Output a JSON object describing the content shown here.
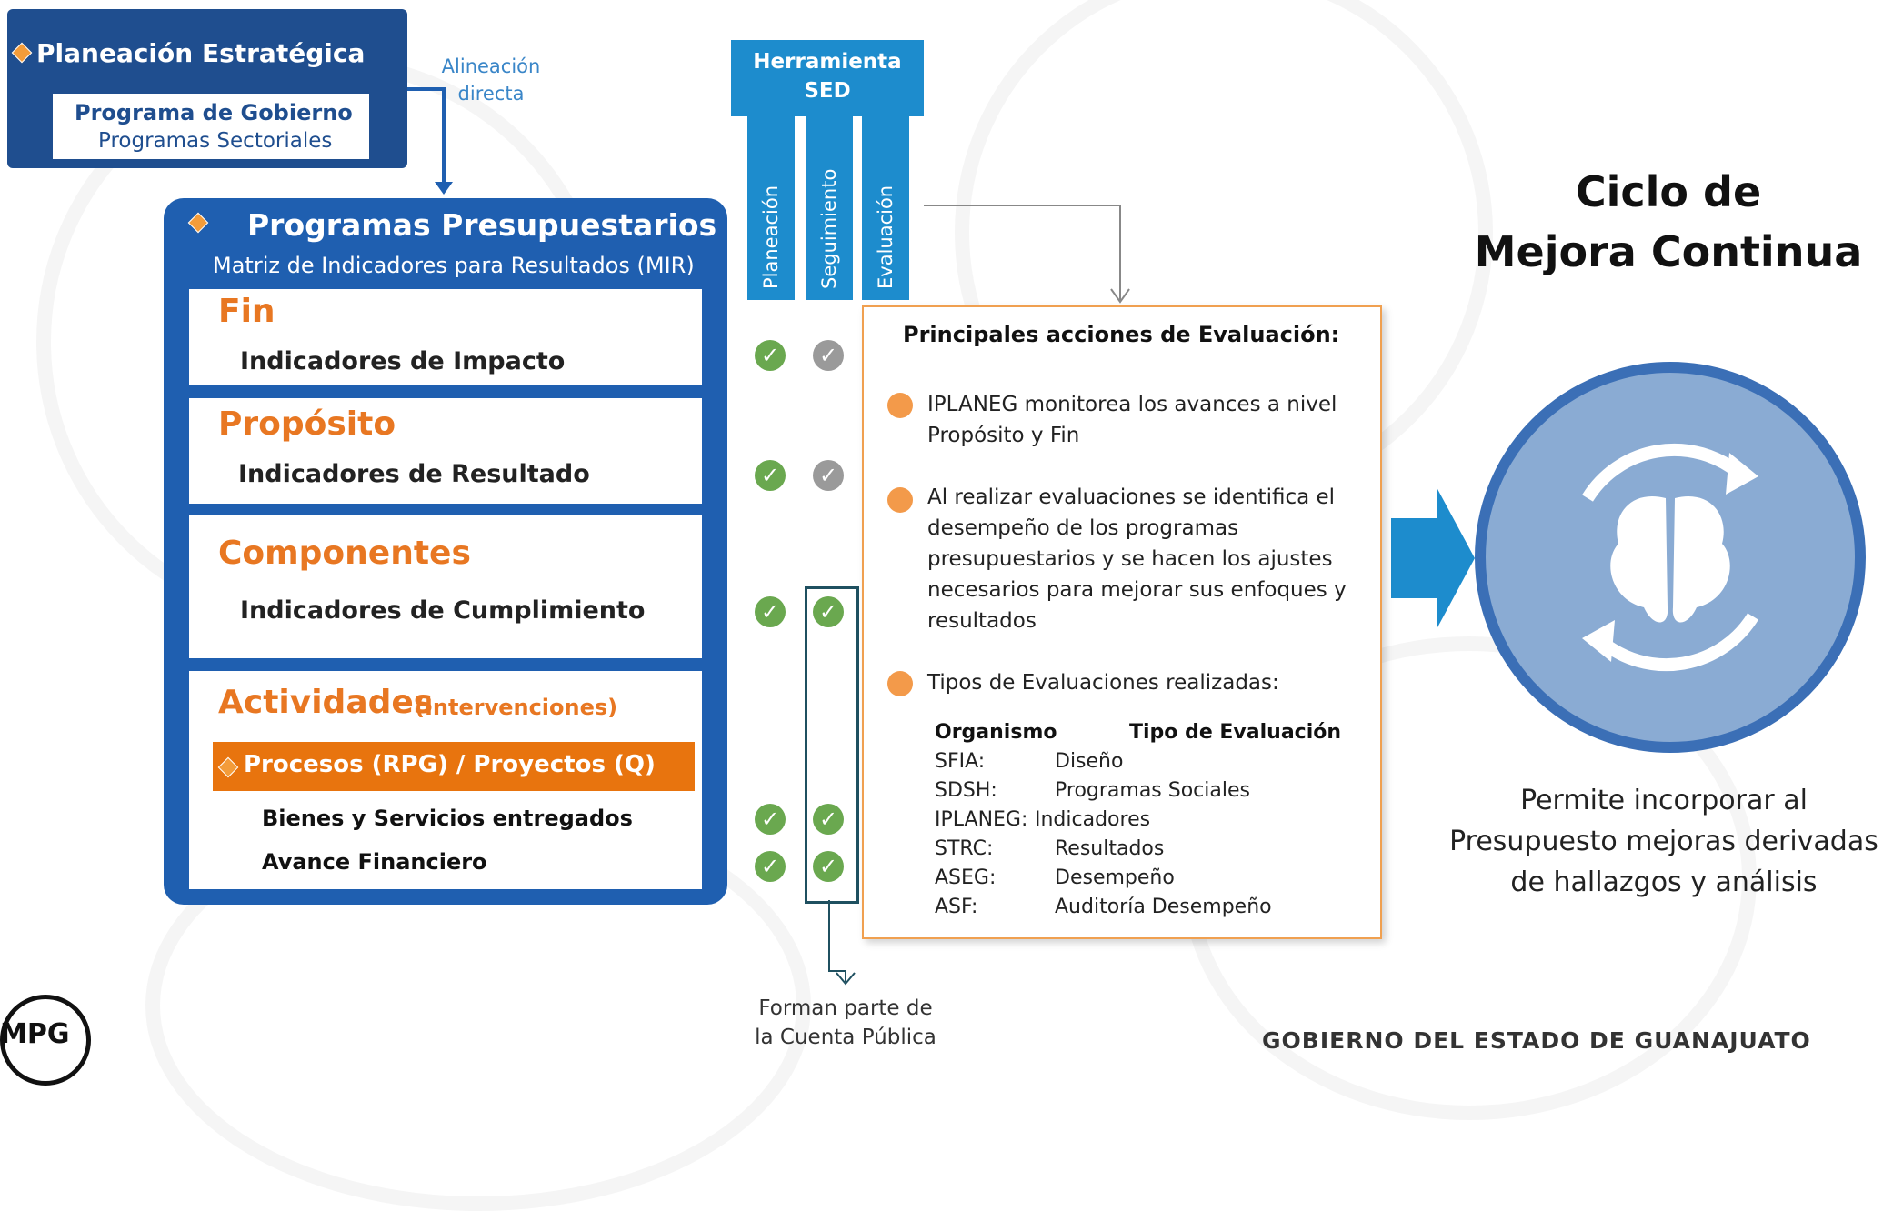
{
  "planeacion": {
    "title": "Planeación Estratégica",
    "programa_gobierno": "Programa de Gobierno",
    "programas_sectoriales": "Programas Sectoriales",
    "alineacion": "Alineación directa"
  },
  "programas": {
    "title": "Programas Presupuestarios",
    "subtitle": "Matriz de Indicadores para Resultados (MIR)",
    "levels": [
      {
        "name": "Fin",
        "indicator": "Indicadores de Impacto"
      },
      {
        "name": "Propósito",
        "indicator": "Indicadores de Resultado"
      },
      {
        "name": "Componentes",
        "indicator": "Indicadores de Cumplimiento"
      },
      {
        "name": "Actividades",
        "note": "(Intervenciones)"
      }
    ],
    "procesos": "Procesos (RPG) / Proyectos (Q)",
    "bienes": "Bienes y Servicios entregados",
    "avance": "Avance Financiero"
  },
  "sed": {
    "title": "Herramienta SED",
    "columns": [
      "Planeación",
      "Seguimiento",
      "Evaluación"
    ]
  },
  "checks": {
    "icon": "check-icon",
    "green": "#6aa84f",
    "gray": "#9a9a9a"
  },
  "forman": "Forman parte de la Cuenta Pública",
  "evaluacion": {
    "title": "Principales acciones de Evaluación:",
    "bullets": [
      "IPLANEG monitorea los avances a nivel Propósito y Fin",
      "Al realizar evaluaciones se identifica el desempeño de los programas presupuestarios y se hacen los ajustes necesarios para mejorar sus enfoques y resultados",
      "Tipos de Evaluaciones realizadas:"
    ],
    "table_headers": [
      "Organismo",
      "Tipo de Evaluación"
    ],
    "rows": [
      {
        "org": "SFIA:",
        "tipo": "Diseño"
      },
      {
        "org": "SDSH:",
        "tipo": "Programas Sociales"
      },
      {
        "org": "IPLANEG:",
        "tipo": "Indicadores"
      },
      {
        "org": "STRC:",
        "tipo": "Resultados"
      },
      {
        "org": "ASEG:",
        "tipo": "Desempeño"
      },
      {
        "org": "ASF:",
        "tipo": "Auditoría Desempeño"
      }
    ]
  },
  "ciclo": {
    "title_line1": "Ciclo de",
    "title_line2": "Mejora Continua",
    "description": "Permite incorporar al Presupuesto mejoras derivadas de hallazgos y análisis",
    "icon": "brain-cycle-icon"
  },
  "footer": {
    "gobierno": "GOBIERNO DEL ESTADO DE GUANAJUATO",
    "logo_text": "MPG"
  },
  "colors": {
    "navy": "#1f4e8f",
    "blue": "#1f5fb0",
    "sed_blue": "#1d8ccd",
    "orange": "#e87722"
  }
}
